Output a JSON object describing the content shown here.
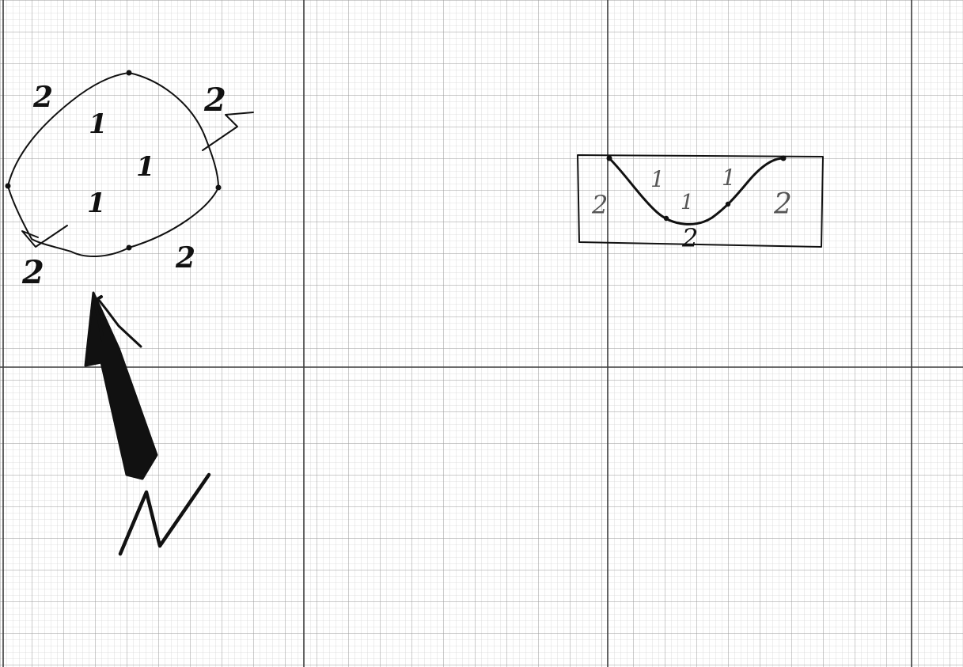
{
  "colors": {
    "paper": "#ffffff",
    "grid_fine": "#d6d6d6",
    "grid_mid": "#9a9a9a",
    "grid_major": "#3c3c3c",
    "ink": "#111111",
    "ink_faint": "#555555"
  },
  "left_figure": {
    "outer_labels": [
      "2",
      "2",
      "2",
      "2"
    ],
    "inner_labels": [
      "1",
      "1",
      "1"
    ]
  },
  "right_figure": {
    "outer_labels": [
      "2",
      "2",
      "2"
    ],
    "inner_labels": [
      "1",
      "1",
      "1"
    ]
  },
  "icons": {
    "north_arrow": "north-arrow-icon",
    "north_letter": "N"
  }
}
